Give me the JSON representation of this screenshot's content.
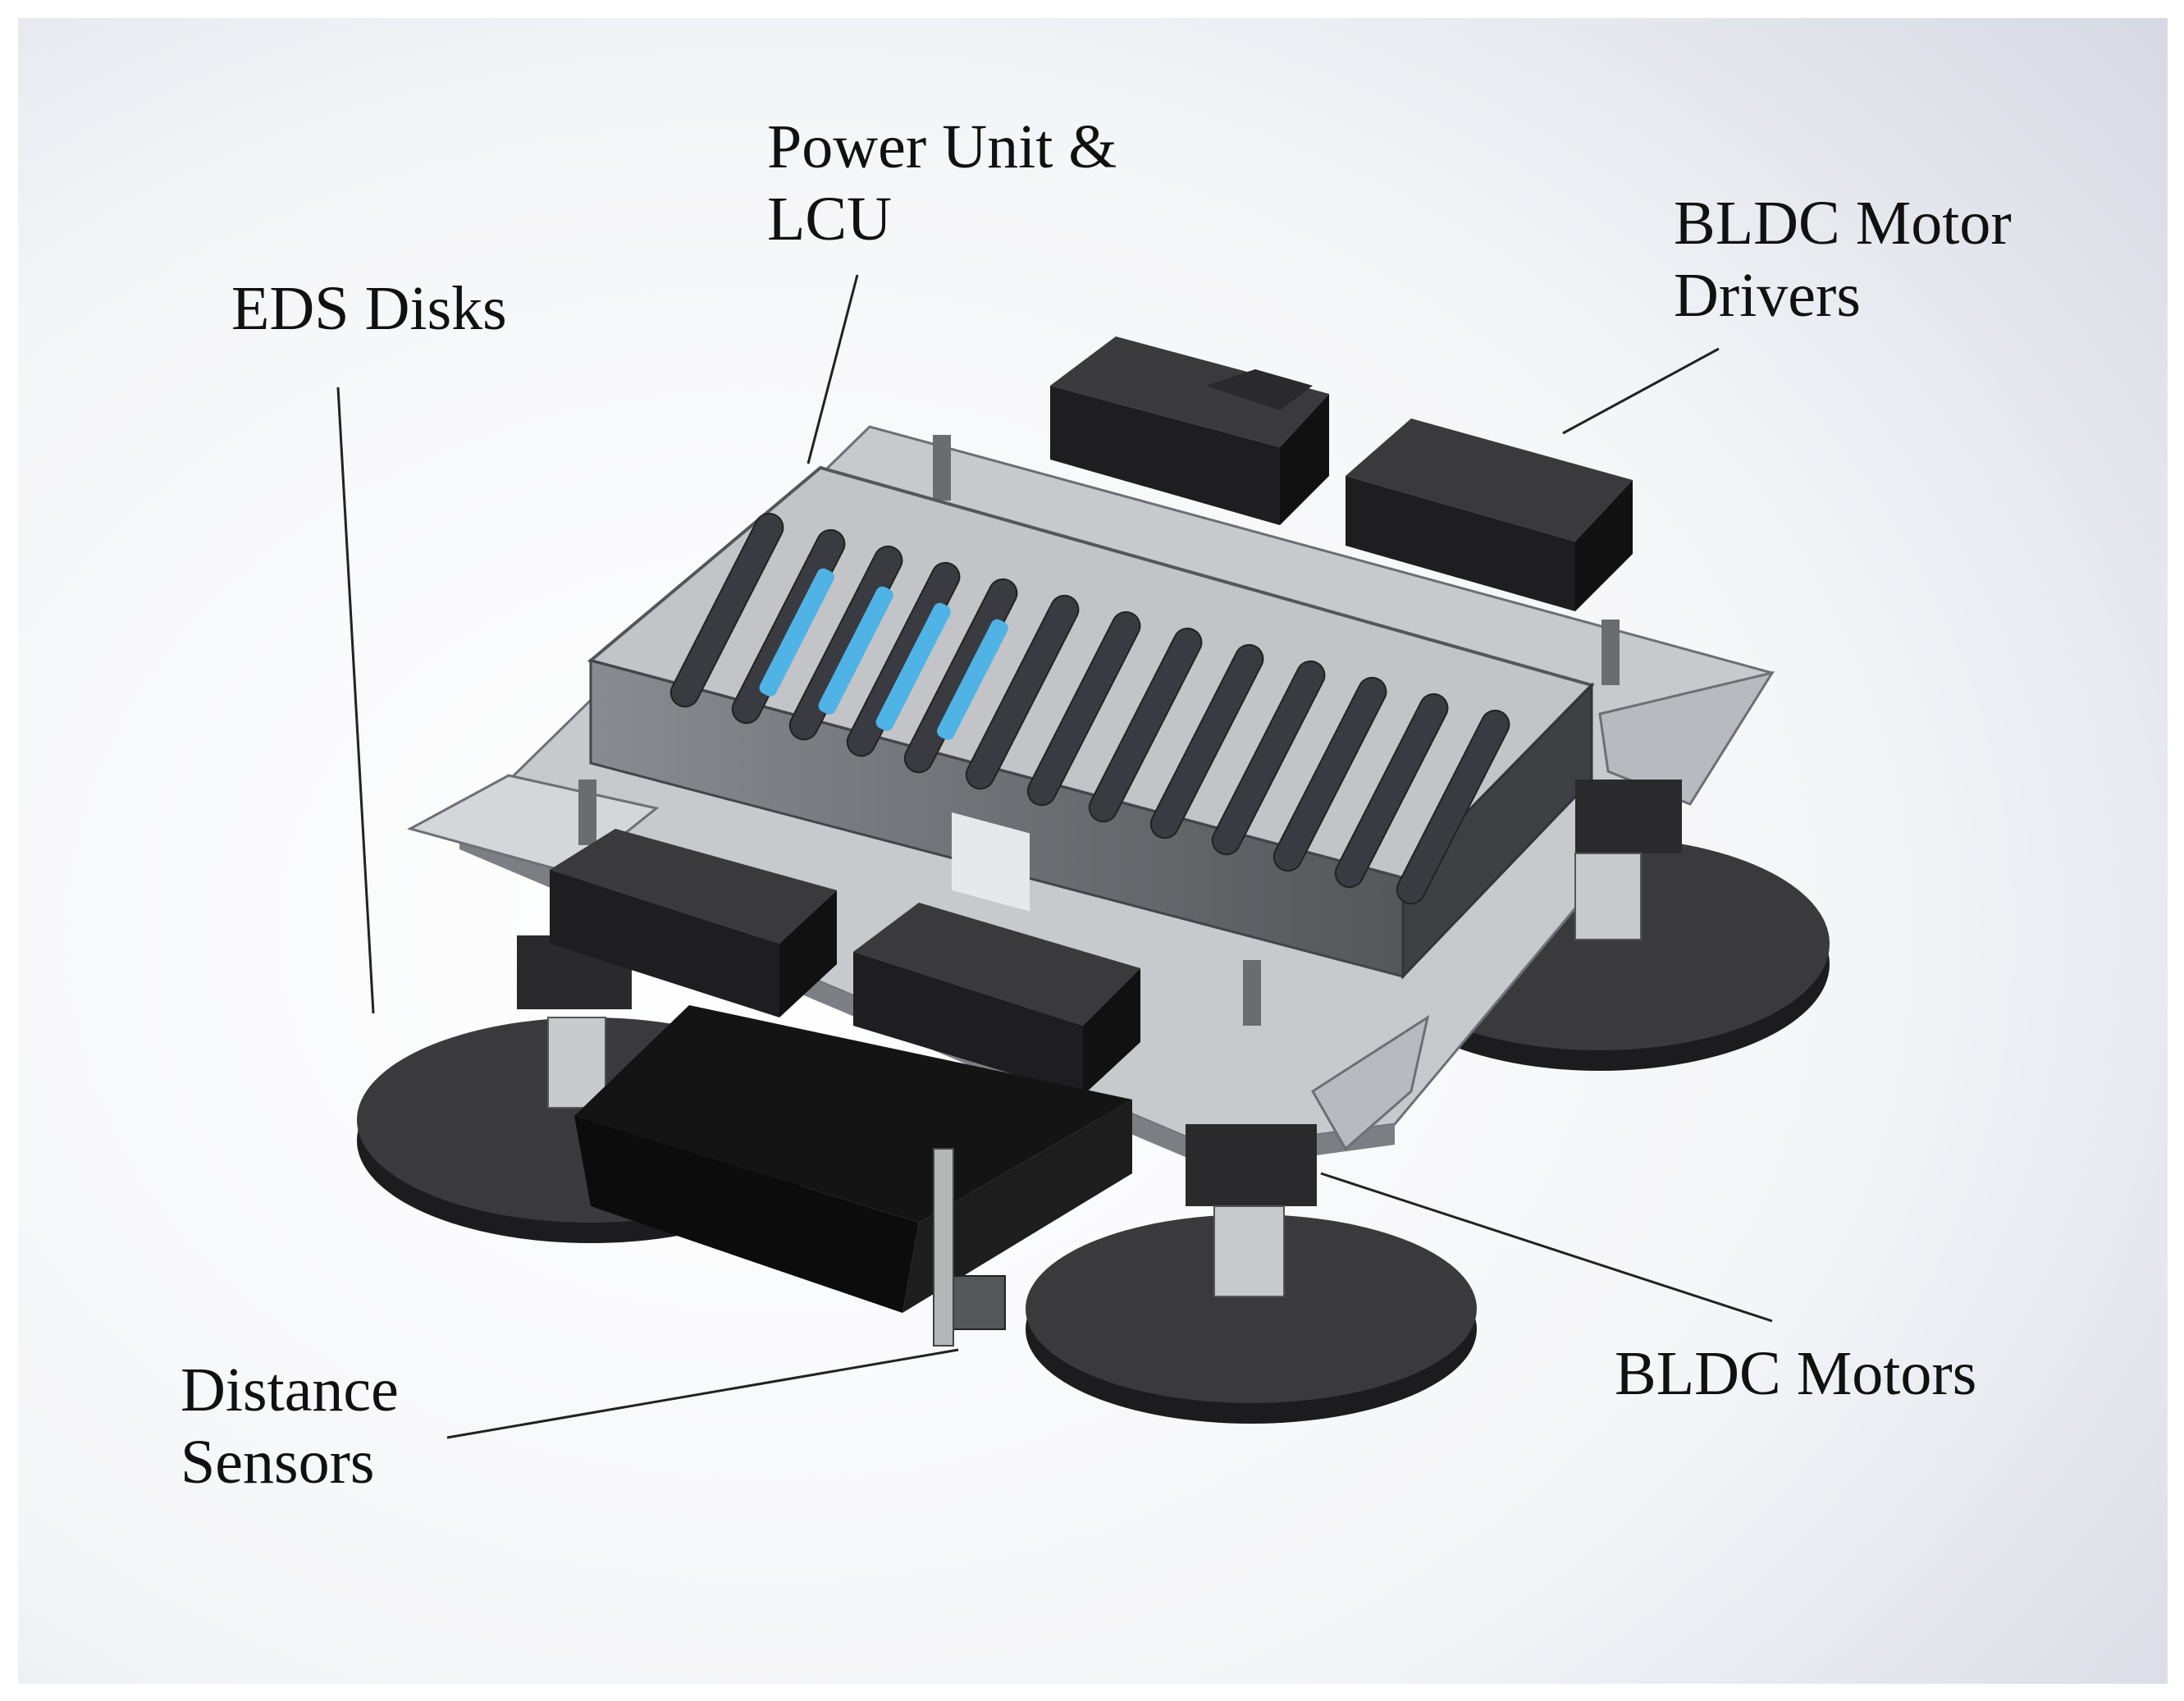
{
  "labels": {
    "power_unit": [
      "Power Unit &",
      "LCU"
    ],
    "bldc_motor_drivers": [
      "BLDC Motor",
      "Drivers"
    ],
    "eds_disks": [
      "EDS Disks"
    ],
    "distance_sensors": [
      "Distance",
      "Sensors"
    ],
    "bldc_motors": [
      "BLDC Motors"
    ]
  },
  "colors": {
    "background_edge": "#d9dce6",
    "plate": "#c9c9cc",
    "plate_dark": "#8f9096",
    "box_side": "#5f6064",
    "motor_driver": "#1f1f1f",
    "disk": "#2e2e30",
    "pcb": "#4fb3e6",
    "leader_line": "#222222"
  }
}
